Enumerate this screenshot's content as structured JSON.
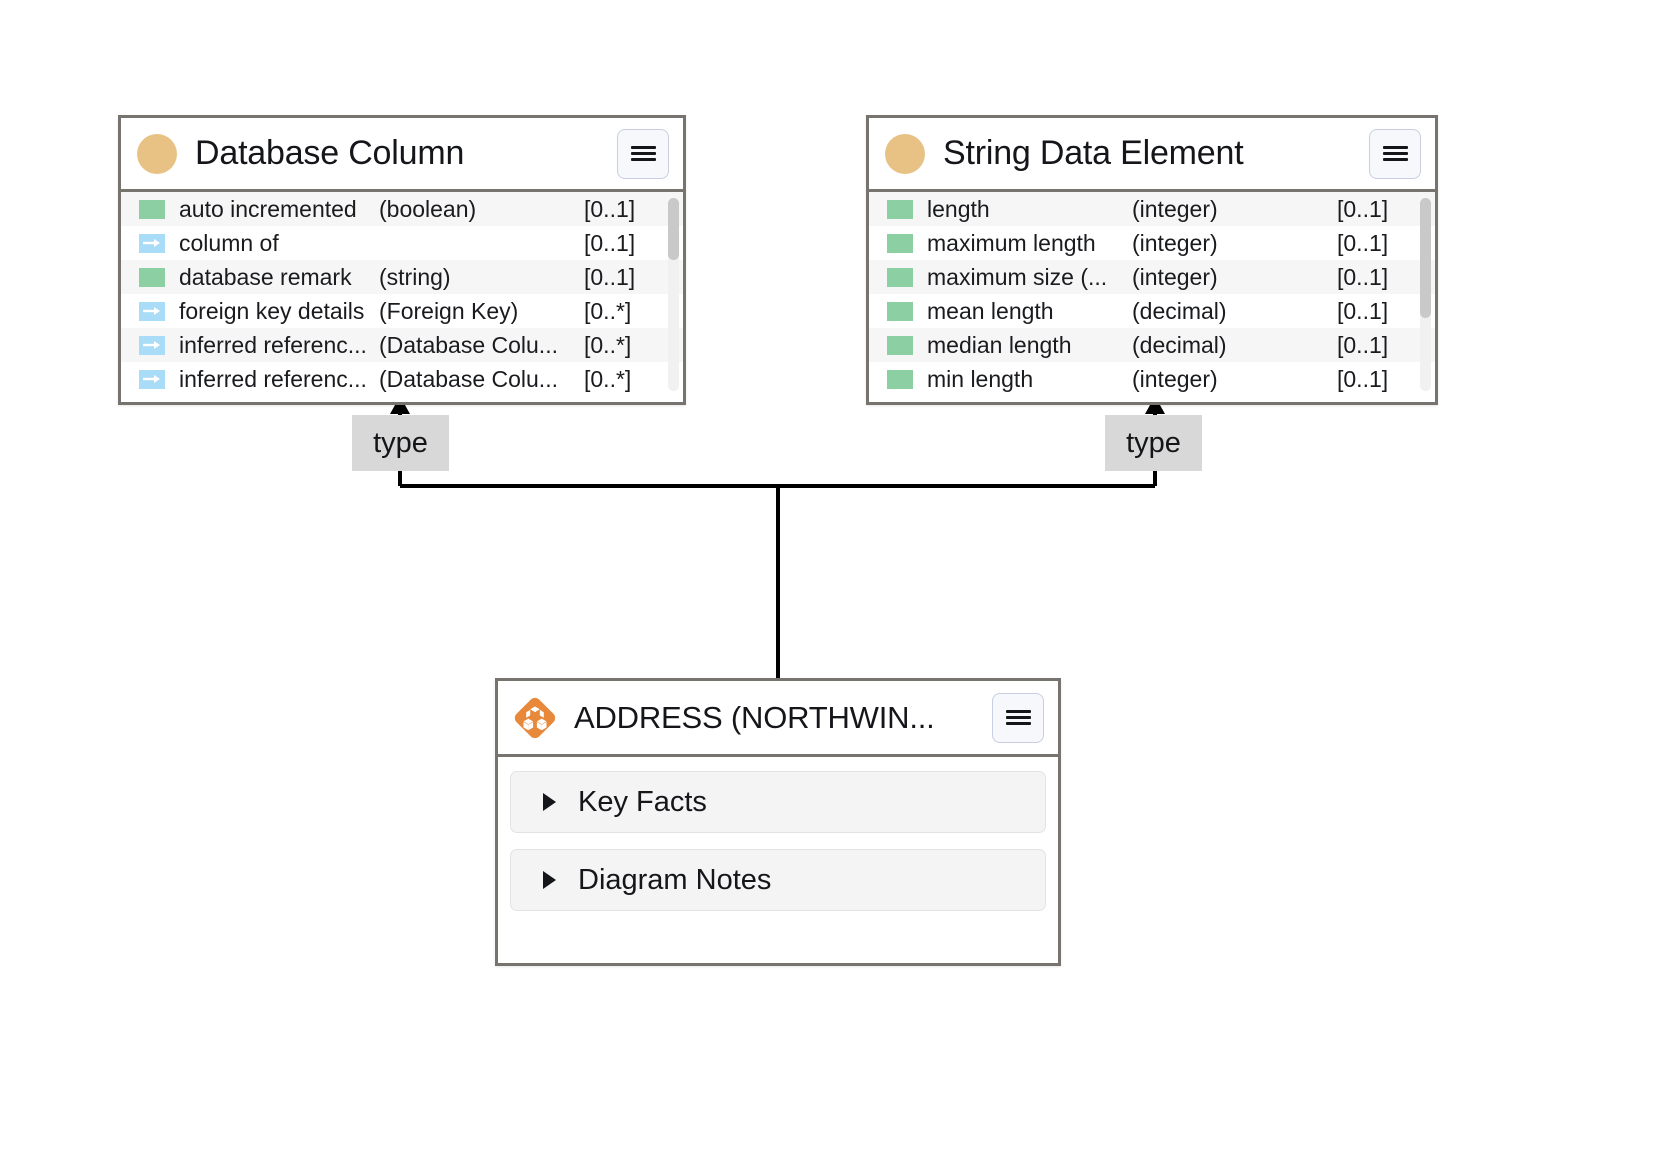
{
  "diagram": {
    "background": "#ffffff",
    "edge_color": "#000000",
    "card_border_color": "#77736f"
  },
  "cards": {
    "database_column": {
      "title": "Database Column",
      "icon": "tan-circle-icon",
      "icon_color": "#e8c285",
      "menu_label": "☰",
      "rows": [
        {
          "kind": "attribute",
          "name": "auto incremented",
          "type": "(boolean)",
          "cardinality": "[0..1]"
        },
        {
          "kind": "relationship",
          "name": "column of",
          "type": "",
          "cardinality": "[0..1]"
        },
        {
          "kind": "attribute",
          "name": "database remark",
          "type": "(string)",
          "cardinality": "[0..1]"
        },
        {
          "kind": "relationship",
          "name": "foreign key details",
          "type": "(Foreign Key)",
          "cardinality": "[0..*]"
        },
        {
          "kind": "relationship",
          "name": "inferred referenc...",
          "type": "(Database Colu...",
          "cardinality": "[0..*]"
        },
        {
          "kind": "relationship",
          "name": "inferred referenc...",
          "type": "(Database Colu...",
          "cardinality": "[0..*]"
        }
      ]
    },
    "string_data_element": {
      "title": "String Data Element",
      "icon": "tan-circle-icon",
      "icon_color": "#e8c285",
      "menu_label": "☰",
      "rows": [
        {
          "kind": "attribute",
          "name": "length",
          "type": "(integer)",
          "cardinality": "[0..1]"
        },
        {
          "kind": "attribute",
          "name": "maximum length",
          "type": "(integer)",
          "cardinality": "[0..1]"
        },
        {
          "kind": "attribute",
          "name": "maximum size (...",
          "type": "(integer)",
          "cardinality": "[0..1]"
        },
        {
          "kind": "attribute",
          "name": "mean length",
          "type": "(decimal)",
          "cardinality": "[0..1]"
        },
        {
          "kind": "attribute",
          "name": "median length",
          "type": "(decimal)",
          "cardinality": "[0..1]"
        },
        {
          "kind": "attribute",
          "name": "min length",
          "type": "(integer)",
          "cardinality": "[0..1]"
        }
      ]
    },
    "address_instance": {
      "title": "ADDRESS (NORTHWIN...",
      "icon": "orange-diamond-cubes-icon",
      "icon_color": "#e8883b",
      "menu_label": "☰",
      "sections": [
        {
          "label": "Key Facts",
          "expanded": false
        },
        {
          "label": "Diagram Notes",
          "expanded": false
        }
      ]
    }
  },
  "edges": [
    {
      "label": "type",
      "from": "address_instance",
      "to": "database_column"
    },
    {
      "label": "type",
      "from": "address_instance",
      "to": "string_data_element"
    }
  ],
  "legend": {
    "attribute_swatch_color": "#8ccfa2",
    "relationship_swatch_color": "#a9dcf7"
  }
}
